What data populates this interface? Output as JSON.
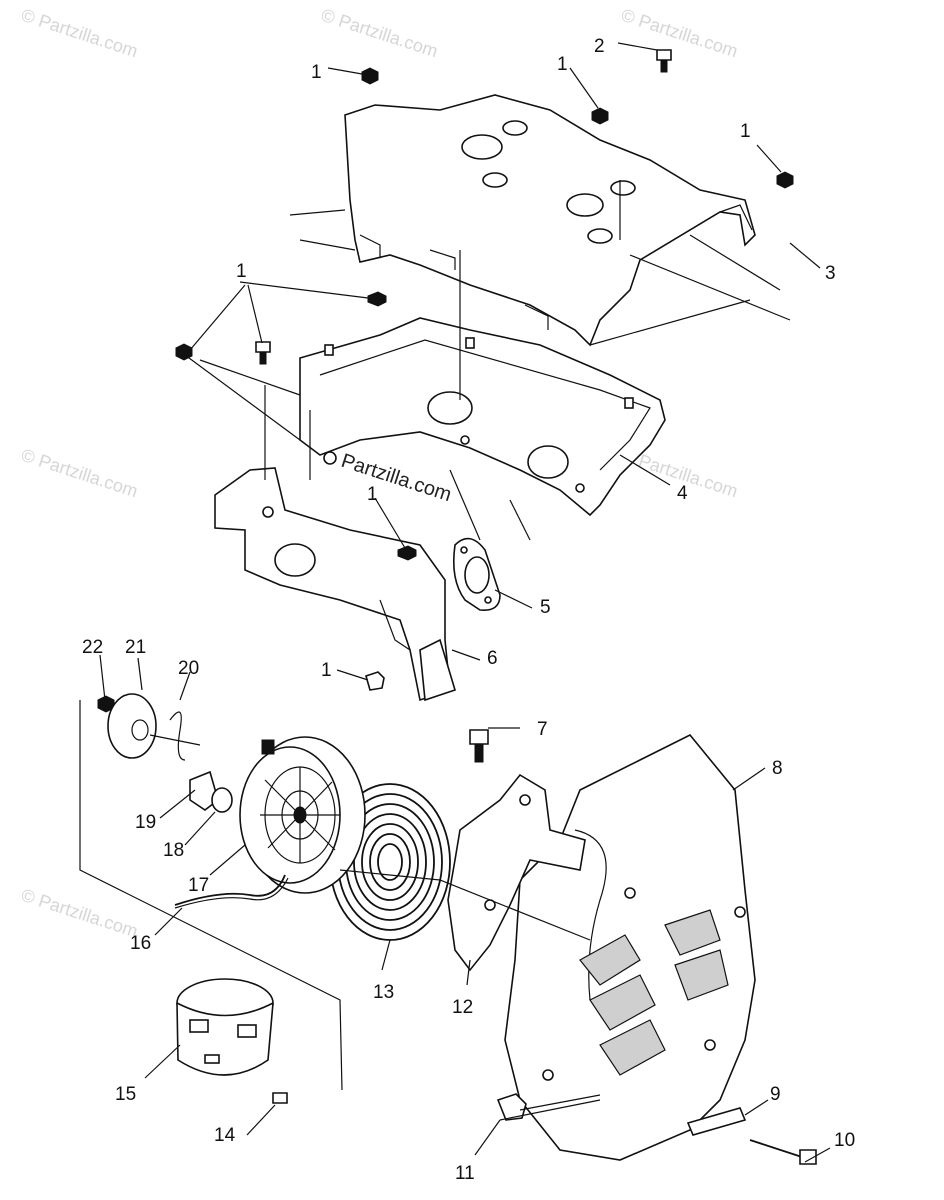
{
  "watermark": {
    "text": "© Partzilla.com",
    "center_text": "Partzilla.com"
  },
  "callouts": [
    {
      "id": "c1a",
      "label": "1"
    },
    {
      "id": "c2",
      "label": "2"
    },
    {
      "id": "c1b",
      "label": "1"
    },
    {
      "id": "c1c",
      "label": "1"
    },
    {
      "id": "c3",
      "label": "3"
    },
    {
      "id": "c1d",
      "label": "1"
    },
    {
      "id": "c4",
      "label": "4"
    },
    {
      "id": "c1e",
      "label": "1"
    },
    {
      "id": "c5",
      "label": "5"
    },
    {
      "id": "c6",
      "label": "6"
    },
    {
      "id": "c1f",
      "label": "1"
    },
    {
      "id": "c22",
      "label": "22"
    },
    {
      "id": "c21",
      "label": "21"
    },
    {
      "id": "c20",
      "label": "20"
    },
    {
      "id": "c7",
      "label": "7"
    },
    {
      "id": "c8",
      "label": "8"
    },
    {
      "id": "c19",
      "label": "19"
    },
    {
      "id": "c18",
      "label": "18"
    },
    {
      "id": "c17",
      "label": "17"
    },
    {
      "id": "c16",
      "label": "16"
    },
    {
      "id": "c13",
      "label": "13"
    },
    {
      "id": "c12",
      "label": "12"
    },
    {
      "id": "c15",
      "label": "15"
    },
    {
      "id": "c14",
      "label": "14"
    },
    {
      "id": "c9",
      "label": "9"
    },
    {
      "id": "c11",
      "label": "11"
    },
    {
      "id": "c10",
      "label": "10"
    }
  ]
}
